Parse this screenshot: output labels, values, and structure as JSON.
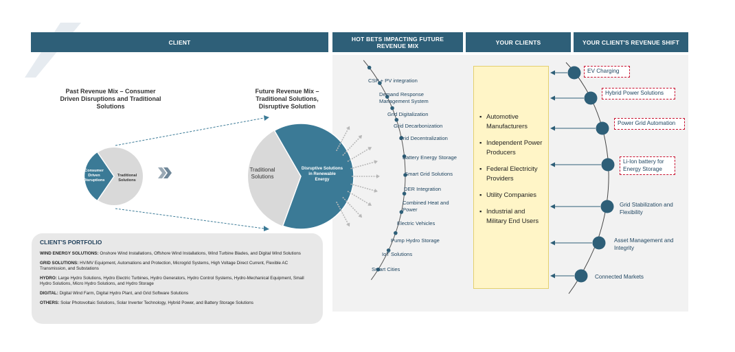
{
  "headers": {
    "client": "CLIENT",
    "hot_bets": "HOT BETS IMPACTING FUTURE REVENUE MIX",
    "your_clients": "YOUR CLIENTS",
    "revenue_shift": "YOUR CLIENT'S REVENUE SHIFT"
  },
  "past_mix": {
    "title": "Past Revenue Mix – Consumer Driven Disruptions and Traditional Solutions",
    "slice_a": "Consumer Driven Disruptions",
    "slice_b": "Traditional Solutions"
  },
  "future_mix": {
    "title": "Future Revenue Mix – Traditional Solutions, Disruptive Solution",
    "slice_a": "Traditional Solutions",
    "slice_b": "Disruptive Solutions in Renewable Energy"
  },
  "portfolio": {
    "title": "CLIENT'S PORTFOLIO",
    "items": [
      {
        "label": "WIND ENERGY SOLUTIONS:",
        "text": " Onshore Wind Installations, Offshore Wind Installations, Wind Turbine Blades, and Digital Wind Solutions"
      },
      {
        "label": "GRID SOLUTIONS:",
        "text": " HV/MV Equipment, Automations and Protection, Microgrid Systems, High Voltage Direct Current, Flexible AC Transmission, and Substations"
      },
      {
        "label": "HYDRO:",
        "text": " Large Hydro Solutions, Hydro Electric Turbines, Hydro Generators, Hydro Control Systems, Hydro-Mechanical Equipment, Small Hydro Solutions, Micro Hydro Solutions, and Hydro Storage"
      },
      {
        "label": "DIGITAL:",
        "text": " Digital Wind Farm, Digital Hydro Plant, and Grid Software Solutions"
      },
      {
        "label": "OTHERS:",
        "text": " Solar Photovoltaic Solutions, Solar Inverter Technology, Hybrid Power, and Battery Storage Solutions"
      }
    ]
  },
  "hot_bets": [
    "CSP + PV integration",
    "Demand Response Management System",
    "Grid Digitalization",
    "Grid Decarbonization",
    "Grid Decentralization",
    "Battery Energy Storage",
    "Smart Grid Solutions",
    "DER Integration",
    "Combined Heat and Power",
    "Electric Vehicles",
    "Pump Hydro Storage",
    "IoT Solutions",
    "Smart Cities"
  ],
  "clients": [
    "Automotive Manufacturers",
    "Independent Power Producers",
    "Federal Electricity Providers",
    "Utility Companies",
    "Industrial and Military End Users"
  ],
  "revenue_shift": [
    {
      "label": "EV Charging",
      "highlighted": true
    },
    {
      "label": "Hybrid Power Solutions",
      "highlighted": true
    },
    {
      "label": "Power Grid Automation",
      "highlighted": true
    },
    {
      "label": "Li-Ion battery for Energy Storage",
      "highlighted": true
    },
    {
      "label": "Grid Stabilization and Flexibility",
      "highlighted": false
    },
    {
      "label": "Asset Management and Integrity",
      "highlighted": false
    },
    {
      "label": "Connected Markets",
      "highlighted": false
    }
  ],
  "colors": {
    "header": "#2e5f78",
    "pie_dark": "#3b7a96",
    "pie_light": "#d9d9d9",
    "panel": "#f2f2f2",
    "clients_box": "#fff5c7",
    "highlight_border": "#c8102e",
    "node": "#2e5f78"
  }
}
